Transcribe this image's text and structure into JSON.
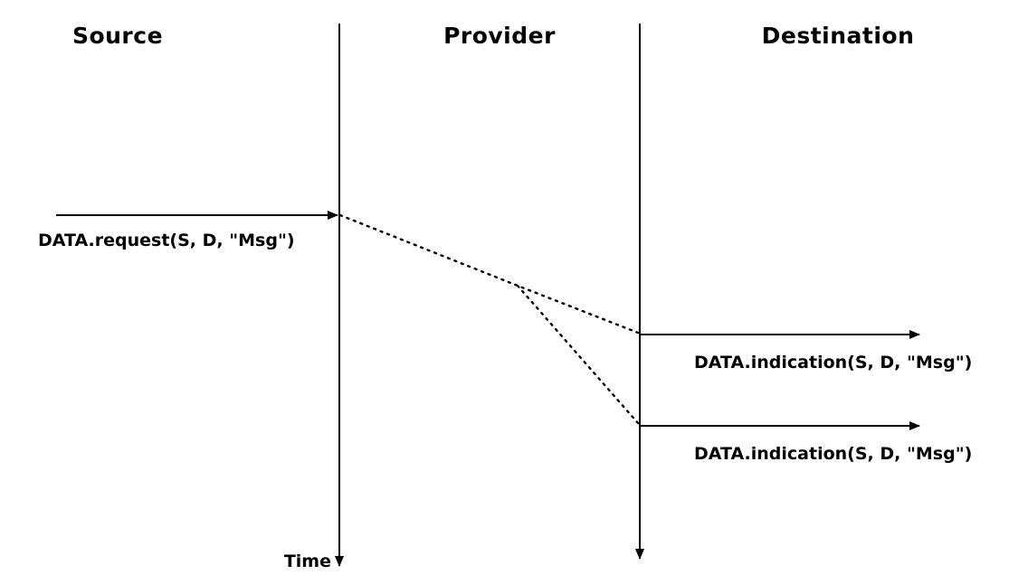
{
  "columns": {
    "source": "Source",
    "provider": "Provider",
    "destination": "Destination"
  },
  "time_label": "Time",
  "messages": {
    "request": "DATA.request(S, D, \"Msg\")",
    "indication_1": "DATA.indication(S, D, \"Msg\")",
    "indication_2": "DATA.indication(S, D, \"Msg\")"
  },
  "colors": {
    "line": "#000000",
    "background": "#ffffff"
  }
}
